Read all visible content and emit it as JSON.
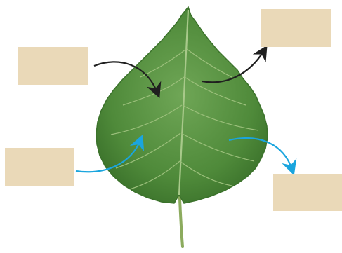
{
  "diagram": {
    "subject": "leaf",
    "label_boxes": [
      {
        "id": "top-left",
        "text": ""
      },
      {
        "id": "top-right",
        "text": ""
      },
      {
        "id": "bottom-left",
        "text": ""
      },
      {
        "id": "bottom-right",
        "text": ""
      }
    ]
  },
  "colors": {
    "box_fill": "#ead9b8",
    "arrow_dark": "#1f1f1f",
    "arrow_blue": "#1aa5de",
    "leaf_main": "#4f8a3a",
    "leaf_light": "#6fa656",
    "leaf_dark": "#2f5f22",
    "stem": "#8cab5e"
  },
  "icons": {
    "arrowhead": "arrowhead-icon"
  }
}
